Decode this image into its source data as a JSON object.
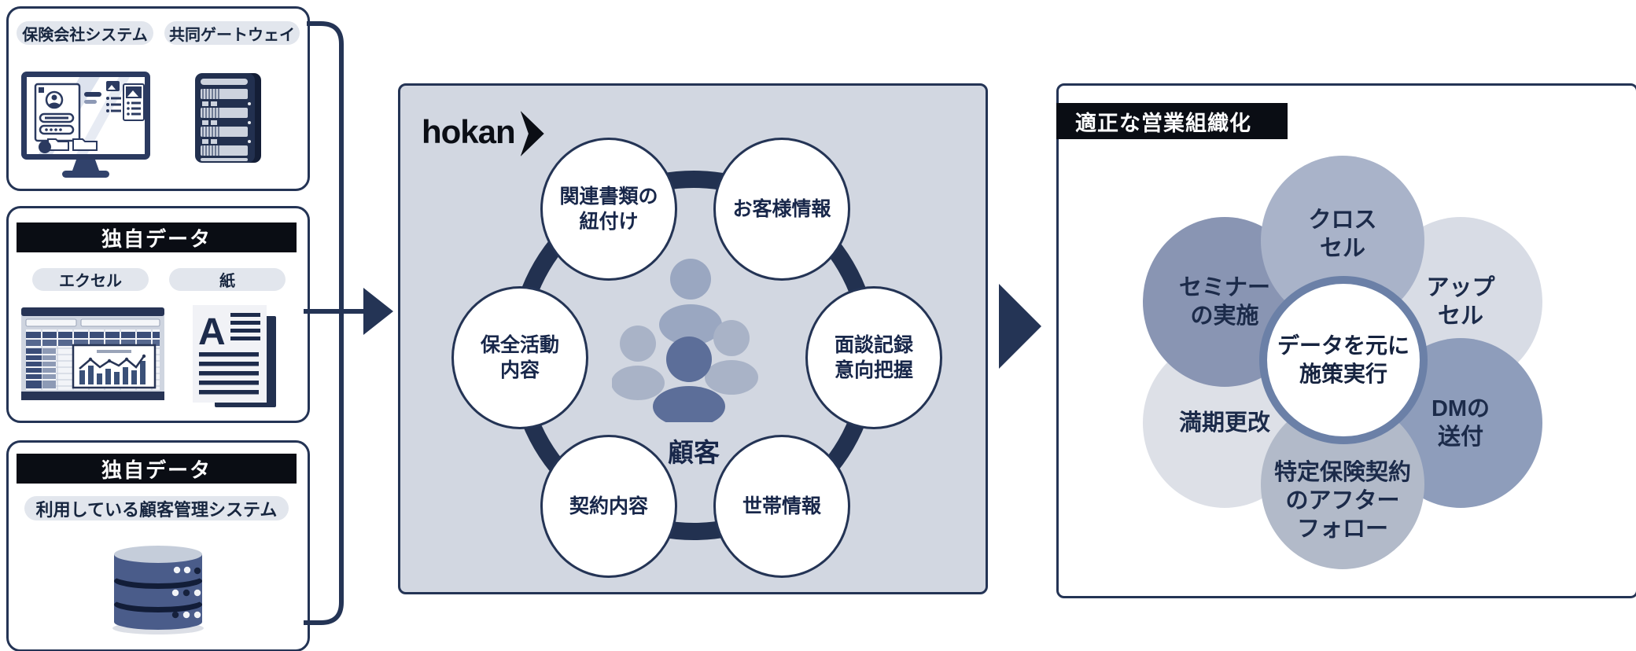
{
  "palette": {
    "navy_border": "#243455",
    "ring_navy": "#223150",
    "center_panel_bg": "#d2d7e1",
    "header_bar_bg": "#0a0d14",
    "pill_bg": "#e2e6ed",
    "flower_ring": "#6b80a7"
  },
  "left_column": {
    "box_systems": {
      "pills": [
        "保険会社システム",
        "共同ゲートウェイ"
      ],
      "icons": [
        "monitor-illustration",
        "server-rack-illustration"
      ]
    },
    "box_own_data_1": {
      "header": "独自データ",
      "pills": [
        "エクセル",
        "紙"
      ],
      "icons": [
        "spreadsheet-illustration",
        "paper-document-illustration"
      ]
    },
    "box_own_data_2": {
      "header": "独自データ",
      "pills": [
        "利用している顧客管理システム"
      ],
      "icons": [
        "database-illustration"
      ]
    }
  },
  "center_panel": {
    "logo_text": "hokan",
    "hub_label": "顧客",
    "nodes": [
      {
        "label": "関連書類の\n紐付け"
      },
      {
        "label": "お客様情報"
      },
      {
        "label": "面談記録\n意向把握"
      },
      {
        "label": "世帯情報"
      },
      {
        "label": "契約内容"
      },
      {
        "label": "保全活動\n内容"
      }
    ]
  },
  "right_panel": {
    "header": "適正な営業組織化",
    "center_label": "データを元に\n施策実行",
    "petals": [
      {
        "label": "クロス\nセル",
        "color": "#a9b3c9"
      },
      {
        "label": "アップ\nセル",
        "color": "#d8dce5"
      },
      {
        "label": "DMの\n送付",
        "color": "#8e9dbb"
      },
      {
        "label": "特定保険契約\nのアフター\nフォロー",
        "color": "#b2bac9"
      },
      {
        "label": "満期更改",
        "color": "#dde0e7"
      },
      {
        "label": "セミナー\nの実施",
        "color": "#8995b3"
      }
    ]
  }
}
